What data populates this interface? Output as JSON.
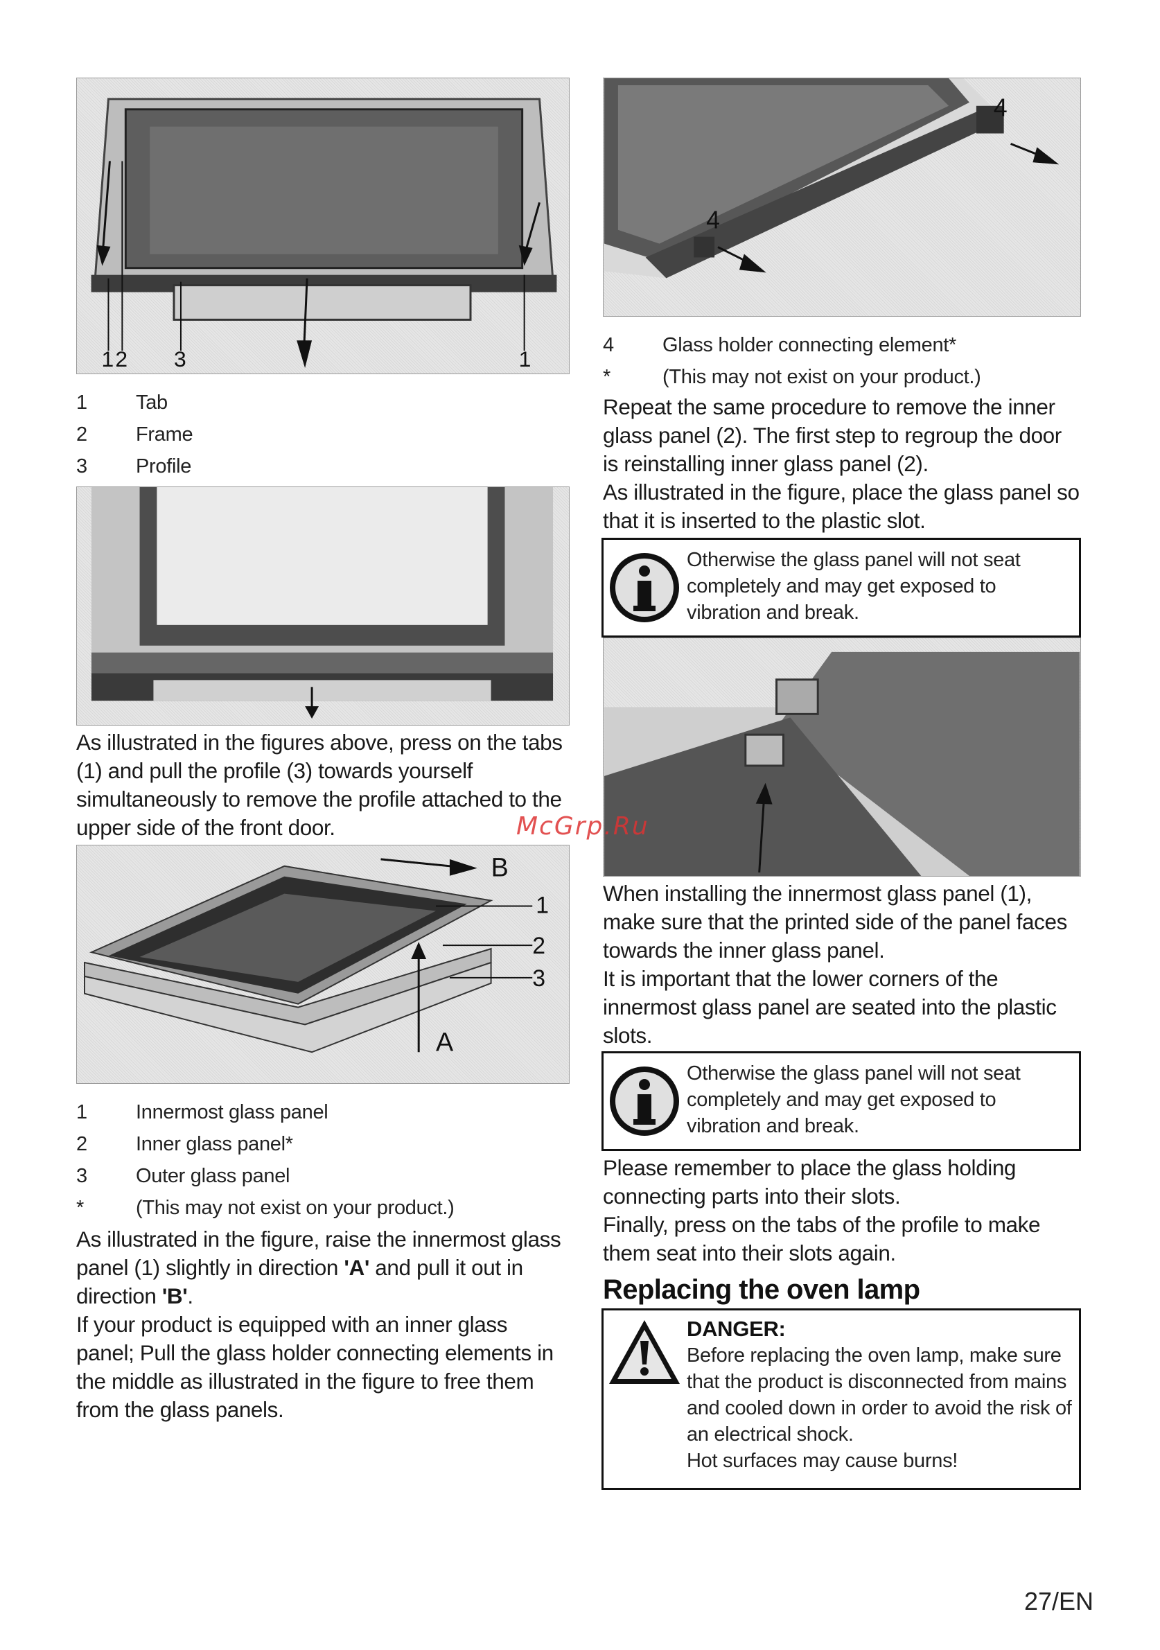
{
  "figures": {
    "fig1": {
      "labels": [
        "1",
        "2",
        "3",
        "1"
      ]
    },
    "fig3": {
      "labels": [
        "B",
        "1",
        "2",
        "3",
        "A"
      ]
    },
    "fig4": {
      "labels": [
        "4",
        "4"
      ]
    }
  },
  "legend1": [
    {
      "num": "1",
      "text": "Tab"
    },
    {
      "num": "2",
      "text": "Frame"
    },
    {
      "num": "3",
      "text": "Profile"
    }
  ],
  "para1": "As illustrated in the figures above, press on the tabs (1) and pull the profile (3) towards yourself simultaneously to remove the profile attached to the upper side of the front door.",
  "legend2": [
    {
      "num": "1",
      "text": "Innermost glass panel"
    },
    {
      "num": "2",
      "text": "Inner glass panel*"
    },
    {
      "num": "3",
      "text": "Outer glass panel"
    },
    {
      "num": "*",
      "text": "(This may not exist on your product.)"
    }
  ],
  "para2": {
    "a": "As illustrated in the figure, raise the innermost glass panel (1) slightly in direction ",
    "dirA": "'A'",
    "b": " and pull it out in direction ",
    "dirB": "'B'",
    "c": "."
  },
  "para3": "If your product is equipped with an inner glass panel; Pull the glass holder connecting elements in the middle as illustrated in the figure to free them from the glass panels.",
  "legend3": [
    {
      "num": "4",
      "text": "Glass holder connecting element*"
    },
    {
      "num": "*",
      "text": "(This may not exist on your product.)"
    }
  ],
  "para4": "Repeat the same procedure to remove the inner glass panel (2). The first step to regroup the door is reinstalling inner glass panel (2).",
  "para5": "As illustrated in the figure, place the glass panel so that it is inserted to the plastic slot.",
  "note1": "Otherwise the glass panel will not seat completely and may get exposed to vibration and break.",
  "para6": "When installing the innermost glass panel (1), make sure that the printed side of the panel faces towards the inner glass panel.",
  "para7": "It is important that the lower corners of the innermost glass panel are seated into the plastic slots.",
  "note2": "Otherwise the glass panel will not seat completely and may get exposed to vibration and break.",
  "para8": "Please remember to place the glass holding connecting parts into their slots.",
  "para9": "Finally, press on the tabs of the profile to make them seat into their slots again.",
  "section_title": "Replacing the oven lamp",
  "danger": {
    "title": "DANGER:",
    "text1": "Before replacing the oven lamp, make sure that the product is disconnected from mains and cooled down in order to avoid the risk of an electrical shock.",
    "text2": "Hot surfaces may cause burns!"
  },
  "watermark": "McGrp.Ru",
  "page_number": "27/EN"
}
